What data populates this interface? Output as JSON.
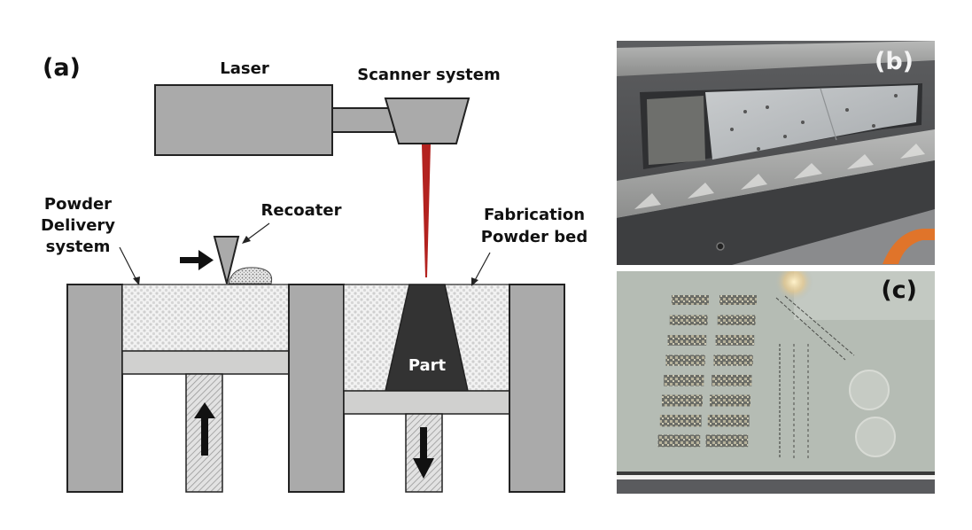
{
  "figure": {
    "panel_a": {
      "label": "(a)",
      "title": "Laser powder bed fusion schematic",
      "components": {
        "laser": "Laser",
        "scanner": "Scanner system",
        "powder_delivery_line1": "Powder",
        "powder_delivery_line2": "Delivery",
        "powder_delivery_line3": "system",
        "recoater": "Recoater",
        "fabrication_line1": "Fabrication",
        "fabrication_line2": "Powder bed",
        "part": "Part"
      },
      "motions": {
        "powder_delivery_piston": "up",
        "build_piston": "down",
        "recoater": "right"
      },
      "colors": {
        "housing": "#aaaaaa",
        "platform": "#d0d0cf",
        "part": "#333333",
        "laser_beam": "#b3221f",
        "powder": "#e6e6e6",
        "outline": "#222222"
      }
    },
    "panel_b": {
      "label": "(b)",
      "description": "Photo of machine build chamber with powder delivery and build platforms"
    },
    "panel_c": {
      "label": "(c)",
      "description": "Photo of powder bed with printed rectangular test specimens (2 columns × 8 rows), scan lines and circular features",
      "specimen_rows": 8,
      "specimen_columns": 2
    }
  }
}
